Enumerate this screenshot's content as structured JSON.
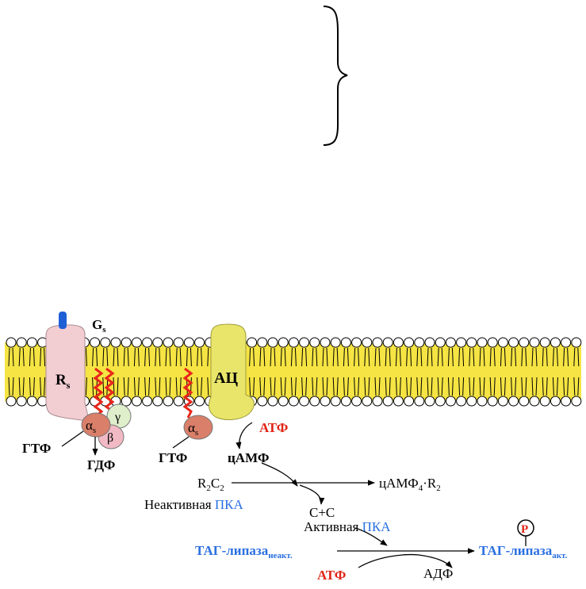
{
  "colors": {
    "membrane": "#f5e443",
    "lipid_head": "#ffffff",
    "receptor": "#f2cdd2",
    "adenylate_cyclase": "#e8e56a",
    "alpha_subunit": "#d97f6a",
    "beta_subunit": "#f0b9c4",
    "gamma_subunit": "#dfeecb",
    "lipid_anchor": "#e8261a",
    "ligand": "#1f5fd6",
    "red_text": "#e02415",
    "blue_text": "#2a6fe0",
    "black_text": "#000000"
  },
  "labels": {
    "gs_main": "G",
    "gs_sub": "s",
    "rs_main": "R",
    "rs_sub": "s",
    "ac": "АЦ",
    "alpha_left": "α",
    "alpha_left_sub": "s",
    "alpha_right": "α",
    "alpha_right_sub": "s",
    "beta": "β",
    "gamma": "γ",
    "gtp_left": "ГТФ",
    "gdp": "ГДФ",
    "gtp_right": "ГТФ",
    "atp_top": "АТФ",
    "camp": "цАМФ",
    "r2c2_r": "R",
    "r2c2_2a": "2",
    "r2c2_c": "C",
    "r2c2_2b": "2",
    "camp4_main": "цАМФ",
    "camp4_sub": "4",
    "camp4_dot": "·R",
    "camp4_sub2": "2",
    "inactive_word": "Неактивная ",
    "pka_inactive": "ПКА",
    "cc": "С+С",
    "active_word": "Активная ",
    "pka_active": "ПКА",
    "lipase_left_main": "ТАГ-липаза",
    "lipase_left_sub": "неакт.",
    "lipase_right_main": "ТАГ-липаза",
    "lipase_right_sub": "акт.",
    "phosphate": "P",
    "atp_bottom": "АТФ",
    "adp": "АДФ"
  }
}
